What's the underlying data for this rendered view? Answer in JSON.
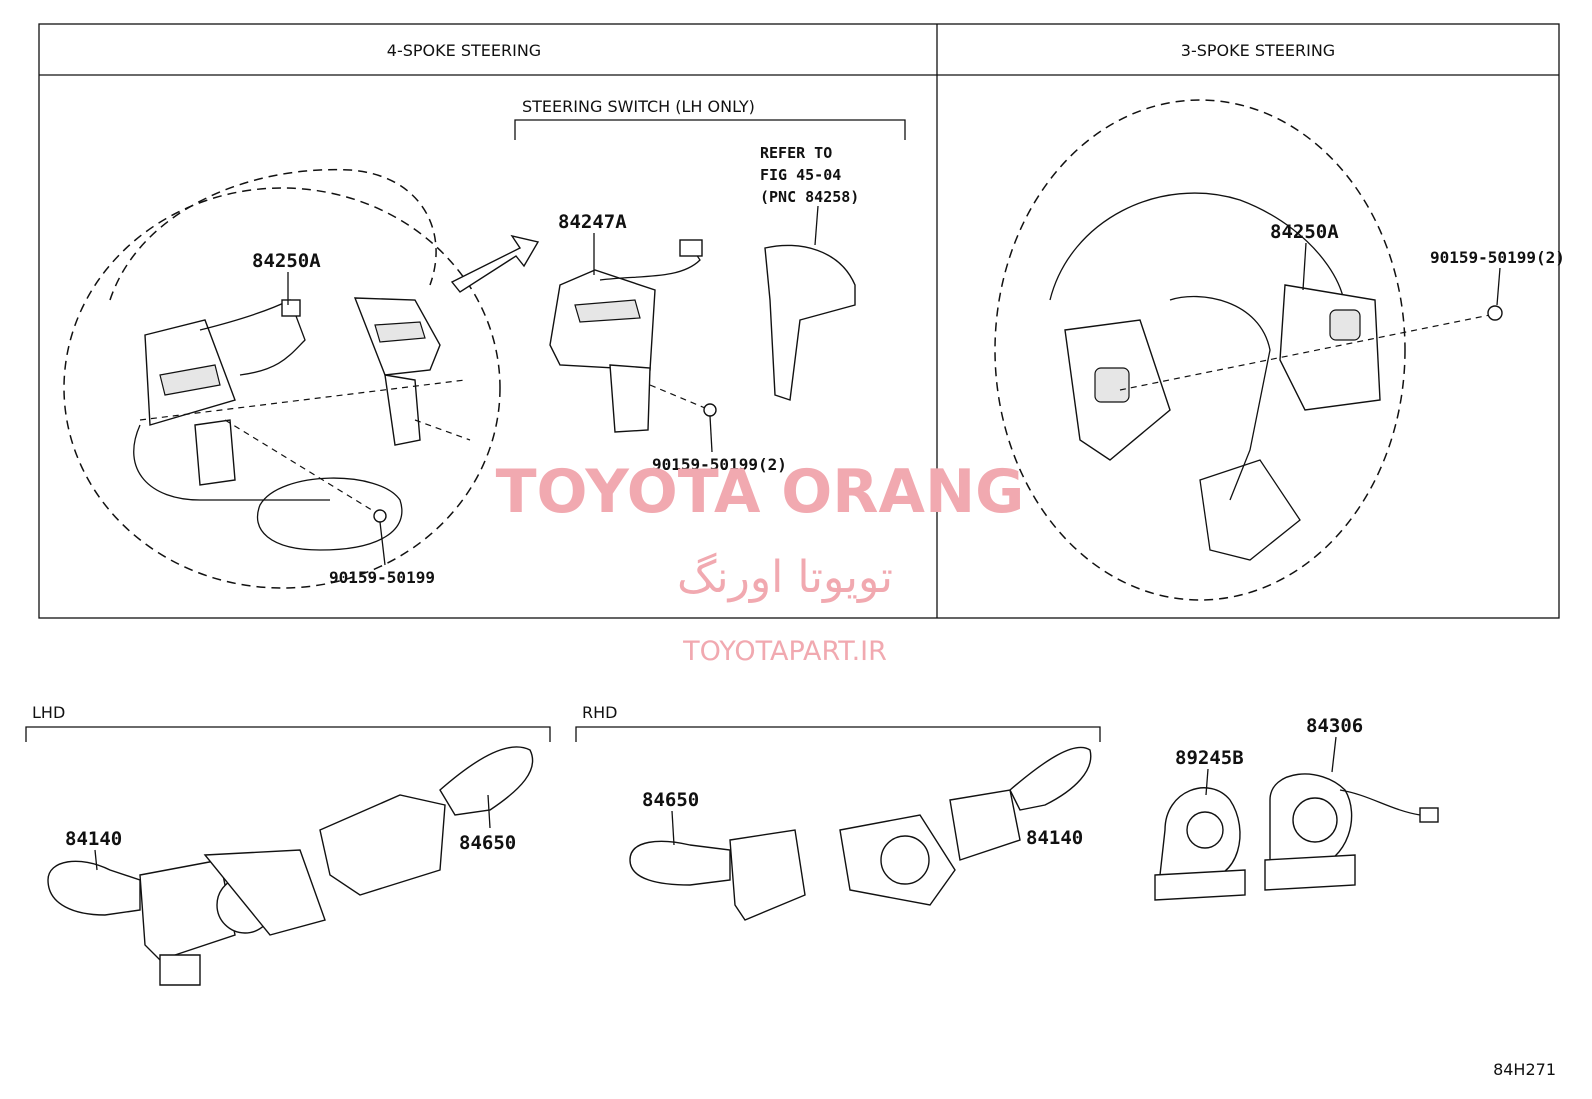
{
  "panels": {
    "left_header": "4-SPOKE STEERING",
    "right_header": "3-SPOKE STEERING",
    "steering_switch_note": "STEERING SWITCH (LH ONLY)"
  },
  "refer": {
    "line1": "REFER TO",
    "line2": "FIG 45-04",
    "line3": "(PNC 84258)"
  },
  "parts": {
    "p84250a_left": "84250A",
    "p84247a": "84247A",
    "p90159_mid": "90159-50199(2)",
    "p90159_left": "90159-50199",
    "p84250a_right": "84250A",
    "p90159_right": "90159-50199(2)",
    "p84140_lhd": "84140",
    "p84650_lhd": "84650",
    "p84650_rhd": "84650",
    "p84140_rhd": "84140",
    "p89245b": "89245B",
    "p84306": "84306"
  },
  "groups": {
    "lhd": "LHD",
    "rhd": "RHD"
  },
  "watermark": {
    "brand": "TOYOTA ORANG",
    "persian": "تویوتا اورنگ",
    "site": "TOYOTAPART.IR"
  },
  "figure_code": "84H271",
  "colors": {
    "watermark": "#f1a9b0",
    "line": "#111111"
  }
}
